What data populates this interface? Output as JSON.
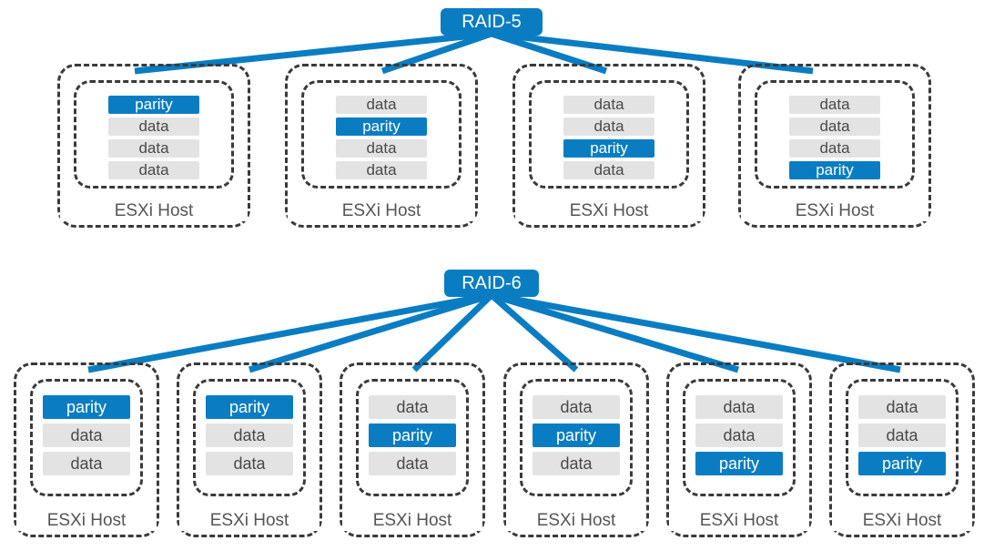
{
  "colors": {
    "accent": "#0a7dc2",
    "data_block": "#e3e3e3",
    "border": "#3a3a3a"
  },
  "raid5": {
    "label": "RAID-5",
    "hosts": [
      {
        "label": "ESXi Host",
        "blocks": [
          "parity",
          "data",
          "data",
          "data"
        ],
        "parity_index": 0
      },
      {
        "label": "ESXi Host",
        "blocks": [
          "data",
          "parity",
          "data",
          "data"
        ],
        "parity_index": 1
      },
      {
        "label": "ESXi Host",
        "blocks": [
          "data",
          "data",
          "parity",
          "data"
        ],
        "parity_index": 2
      },
      {
        "label": "ESXi Host",
        "blocks": [
          "data",
          "data",
          "data",
          "parity"
        ],
        "parity_index": 3
      }
    ]
  },
  "raid6": {
    "label": "RAID-6",
    "hosts": [
      {
        "label": "ESXi Host",
        "blocks": [
          "parity",
          "data",
          "data"
        ],
        "parity_index": 0
      },
      {
        "label": "ESXi Host",
        "blocks": [
          "parity",
          "data",
          "data"
        ],
        "parity_index": 0
      },
      {
        "label": "ESXi Host",
        "blocks": [
          "data",
          "parity",
          "data"
        ],
        "parity_index": 1
      },
      {
        "label": "ESXi Host",
        "blocks": [
          "data",
          "parity",
          "data"
        ],
        "parity_index": 1
      },
      {
        "label": "ESXi Host",
        "blocks": [
          "data",
          "data",
          "parity"
        ],
        "parity_index": 2
      },
      {
        "label": "ESXi Host",
        "blocks": [
          "data",
          "data",
          "parity"
        ],
        "parity_index": 2
      }
    ]
  }
}
